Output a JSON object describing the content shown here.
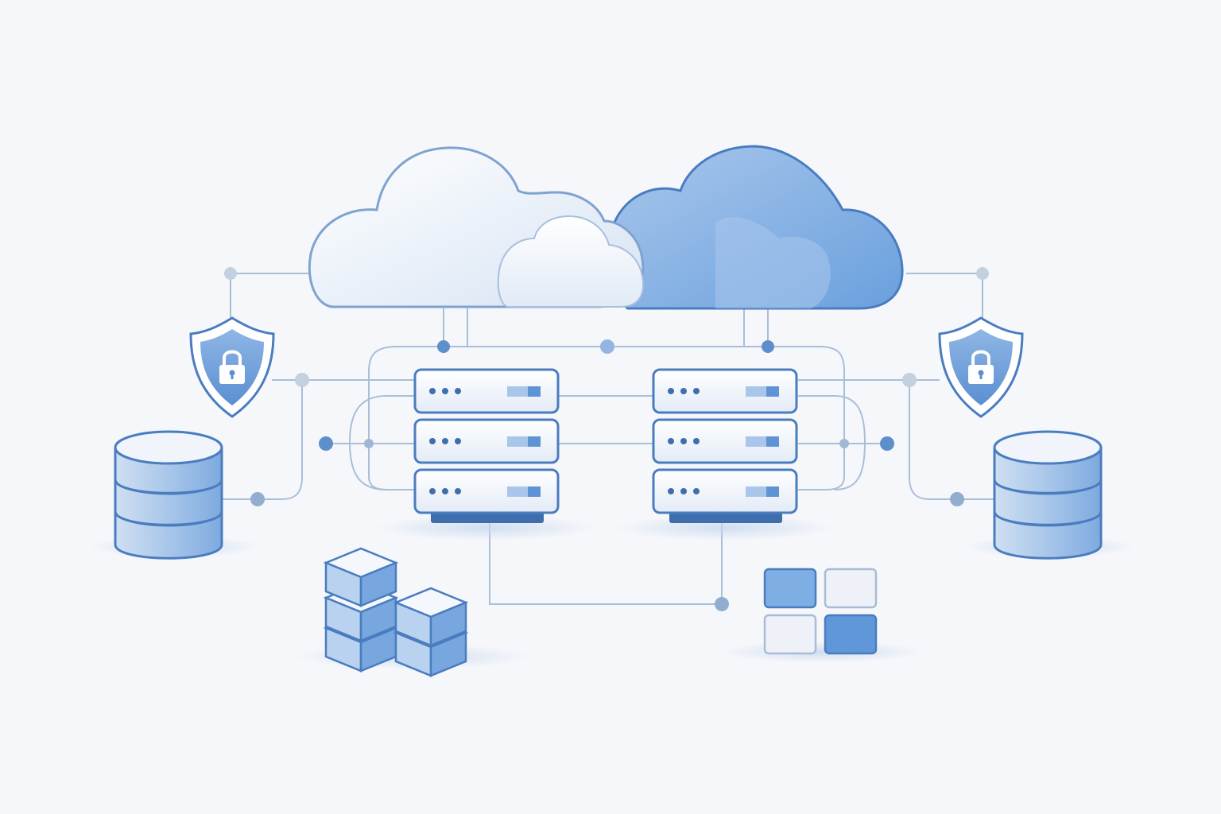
{
  "diagram": {
    "kind": "cloud-infrastructure-illustration",
    "labels": [],
    "colors": {
      "background": "#f6f7fa",
      "line": "#9fb8d4",
      "outline": "#4a7cc0",
      "accent": "#5f97d8",
      "light": "#eef3fa",
      "node": "#b5c9df",
      "nodeDark": "#5d8fcb",
      "base": "#3f6ead"
    },
    "nodes": [
      {
        "id": "cloud-left",
        "icon": "cloud-icon"
      },
      {
        "id": "cloud-right",
        "icon": "cloud-icon"
      },
      {
        "id": "server-rack-left",
        "icon": "server-rack-icon",
        "units": 3
      },
      {
        "id": "server-rack-right",
        "icon": "server-rack-icon",
        "units": 3
      },
      {
        "id": "shield-left",
        "icon": "shield-lock-icon"
      },
      {
        "id": "shield-right",
        "icon": "shield-lock-icon"
      },
      {
        "id": "database-left",
        "icon": "database-icon",
        "layers": 3
      },
      {
        "id": "database-right",
        "icon": "database-icon",
        "layers": 3
      },
      {
        "id": "storage-blocks",
        "icon": "stacked-cubes-icon",
        "count": 4
      },
      {
        "id": "tile-grid",
        "icon": "grid-tiles-icon",
        "count": 4
      }
    ]
  }
}
